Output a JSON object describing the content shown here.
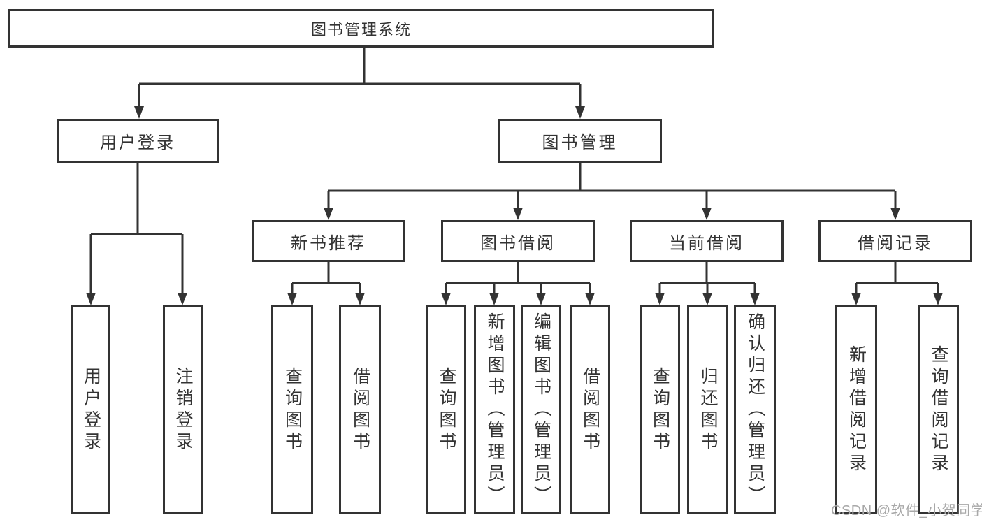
{
  "diagram": {
    "root": "图书管理系统",
    "user_login": {
      "label": "用户登录",
      "children": [
        "用户登录",
        "注销登录"
      ]
    },
    "book_management": {
      "label": "图书管理",
      "modules": [
        {
          "label": "新书推荐",
          "children": [
            "查询图书",
            "借阅图书"
          ]
        },
        {
          "label": "图书借阅",
          "children": [
            "查询图书",
            "新增图书（管理员）",
            "编辑图书（管理员）",
            "借阅图书"
          ]
        },
        {
          "label": "当前借阅",
          "children": [
            "查询图书",
            "归还图书",
            "确认归还（管理员）"
          ]
        },
        {
          "label": "借阅记录",
          "children": [
            "新增借阅记录",
            "查询借阅记录"
          ]
        }
      ]
    }
  },
  "watermark": {
    "text": "CSDN @软件_小贺同学"
  },
  "colors": {
    "line": "#333333",
    "box_fill": "#ffffff",
    "background": "#ffffff",
    "text": "#333333",
    "watermark": "#a8a8a8"
  }
}
